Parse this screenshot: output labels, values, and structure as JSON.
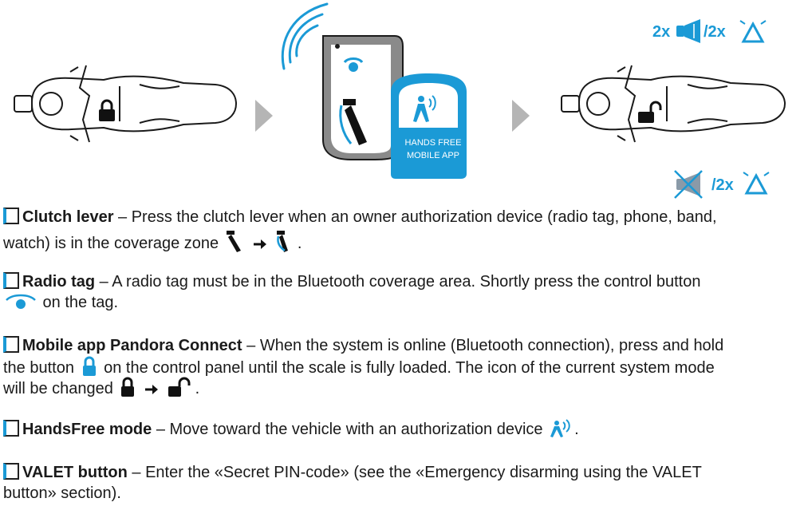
{
  "colors": {
    "accent": "#1b9ad6",
    "dark": "#1a1a1a",
    "arrow_gray": "#b5b5b5",
    "card_gray": "#8a8a8a"
  },
  "top": {
    "app_badge_line1": "HANDS FREE",
    "app_badge_line2": "MOBILE APP",
    "signal_1": "2x",
    "signal_sep_1": "/2x",
    "signal_sep_2": "/2x"
  },
  "items": [
    {
      "title": "Clutch lever",
      "line1": " – Press the clutch lever when an owner authorization device (radio tag, phone, band,",
      "line2": "watch) is in the coverage zone",
      "tail": "."
    },
    {
      "title": "Radio tag",
      "line1": " – A radio tag must be in the Bluetooth coverage area. Shortly press the control button",
      "line2": " on the tag."
    },
    {
      "title": "Mobile app Pandora Connect",
      "line1": " – When the system is online (Bluetooth connection), press and hold",
      "line2a": "the button",
      "line2b": " on the control panel until the scale is fully loaded. The icon of the current system mode",
      "line3": "will be changed",
      "tail": "."
    },
    {
      "title": "HandsFree mode",
      "line1": " – Move toward the vehicle with an authorization device",
      "tail": "."
    },
    {
      "title": "VALET button",
      "line1": " – Enter the «Secret PIN-code» (see the «Emergency disarming using the VALET",
      "line2": "button» section)."
    }
  ]
}
